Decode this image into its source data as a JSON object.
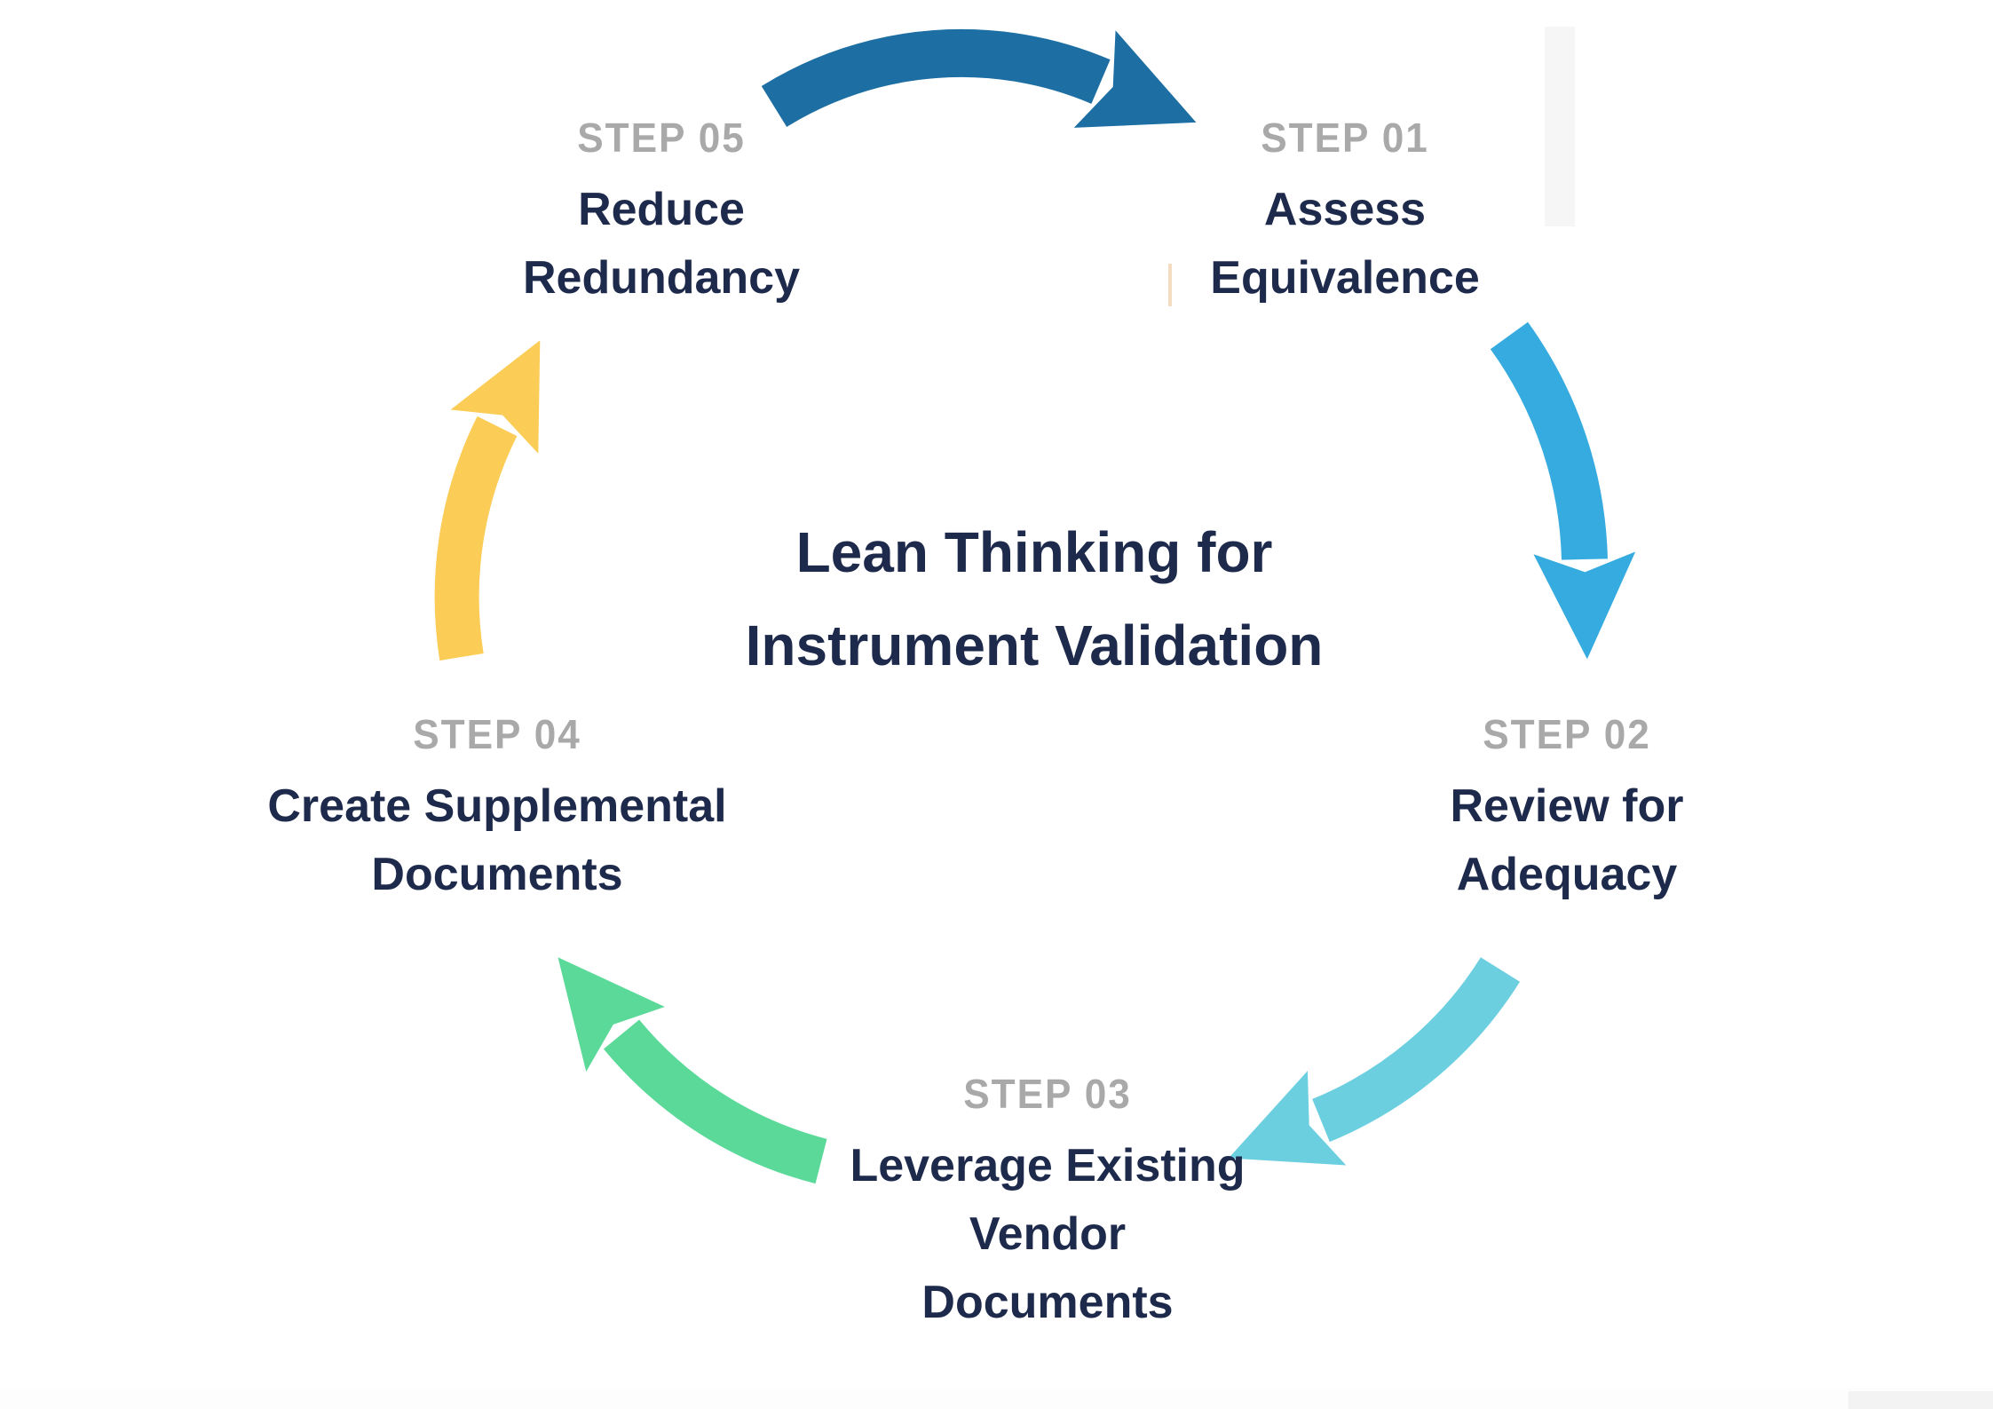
{
  "title": {
    "line1": "Lean Thinking for",
    "line2": "Instrument Validation"
  },
  "steps": {
    "step01": {
      "label": "STEP 01",
      "line1": "Assess",
      "line2": "Equivalence"
    },
    "step02": {
      "label": "STEP 02",
      "line1": "Review for",
      "line2": "Adequacy"
    },
    "step03": {
      "label": "STEP 03",
      "line1": "Leverage Existing",
      "line2": "Vendor",
      "line3": "Documents"
    },
    "step04": {
      "label": "STEP 04",
      "line1": "Create Supplemental",
      "line2": "Documents"
    },
    "step05": {
      "label": "STEP 05",
      "line1": "Reduce",
      "line2": "Redundancy"
    }
  },
  "colors": {
    "background": "#ffffff",
    "step_label": "#a9a9a9",
    "step_title": "#1e2a4b",
    "center_title": "#1e2a4b",
    "arrow_step5_to_step1": "#1d6fa3",
    "arrow_step1_to_step2": "#36abe0",
    "arrow_step2_to_step3": "#6ccfe0",
    "arrow_step3_to_step4": "#5bd999",
    "arrow_step4_to_step5": "#fbcc56"
  }
}
